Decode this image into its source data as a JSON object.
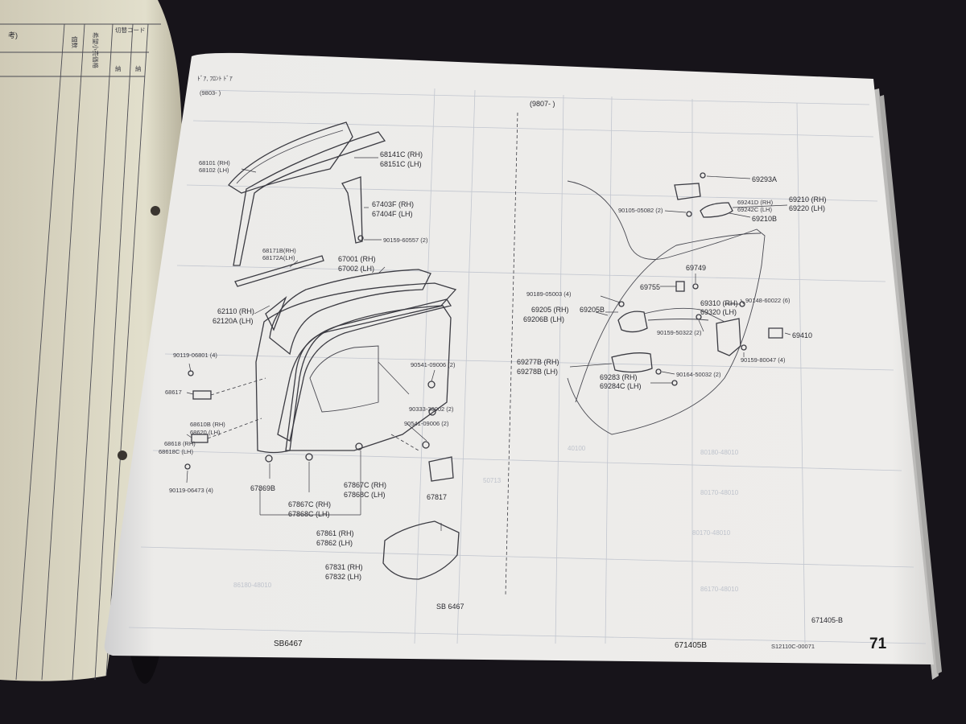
{
  "left_page": {
    "header_cells": [
      "考)",
      "個数",
      "希望小売価格",
      "切替コード",
      "納",
      "納"
    ]
  },
  "right_page": {
    "header_title": "ﾄﾞｱ, ﾌﾛﾝﾄ ﾄﾞｱ",
    "date_left": "(9803-      )",
    "date_right": "(9807-        )",
    "left_labels": {
      "l68101": "68101 (RH)",
      "l68102": "68102 (LH)",
      "l68141": "68141C (RH)",
      "l68151": "68151C (LH)",
      "l67403": "67403F (RH)",
      "l67404": "67404F (LH)",
      "l90159a": "90159-60557 (2)",
      "l68171": "68171B(RH)",
      "l68172": "68172A(LH)",
      "l67001": "67001 (RH)",
      "l67002": "67002 (LH)",
      "l62110": "62110 (RH)",
      "l62120": "62120A (LH)",
      "l90119a": "90119-06801 (4)",
      "l90541a": "90541-09006 (2)",
      "l68617": "68617",
      "l90333": "90333-30002 (2)",
      "l68610": "68610B (RH)",
      "l68620": "68620 (LH)",
      "l90541b": "90541-09006 (2)",
      "l68618": "68618 (RH)",
      "l68618c": "68618C (LH)",
      "l90119b": "90119-06473 (4)",
      "l67869": "67869B",
      "l67867": "67867C (RH)",
      "l67868": "67868C (LH)",
      "l67867b": "67867C (RH)",
      "l67868b": "67868C (LH)",
      "l67817": "67817",
      "l67861": "67861 (RH)",
      "l67862": "67862 (LH)",
      "l67831": "67831 (RH)",
      "l67832": "67832 (LH)",
      "lsb": "SB 6467"
    },
    "right_labels": {
      "r69293": "69293A",
      "r69241": "69241D (RH)",
      "r69242": "69242C (LH)",
      "r69210": "69210 (RH)",
      "r69220": "69220 (LH)",
      "r90105": "90105-05082 (2)",
      "r69210b": "69210B",
      "r69749": "69749",
      "r90189": "90189-05003 (4)",
      "r69755": "69755",
      "r90148": "90148-60022 (6)",
      "r69205": "69205   (RH)",
      "r69206": "69206B (LH)",
      "r69205b": "69205B",
      "r69310": "69310 (RH)",
      "r69320": "69320 (LH)",
      "r90159b": "90159-50322 (2)",
      "r69410": "69410",
      "r90159c": "90159-80047 (4)",
      "r69277": "69277B (RH)",
      "r69278": "69278B (LH)",
      "r90164": "90164-50032 (2)",
      "r69283": "69283   (RH)",
      "r69284": "69284C (LH)",
      "r671405b": "671405-B"
    },
    "footer": {
      "sb": "SB6467",
      "code": "671405B",
      "catalog": "S12110C-00071",
      "page": "71"
    }
  },
  "colors": {
    "background": "#17141a",
    "left_page": "#ddd9c6",
    "right_page": "#e9e8e6",
    "line_art": "#3b3b42"
  }
}
